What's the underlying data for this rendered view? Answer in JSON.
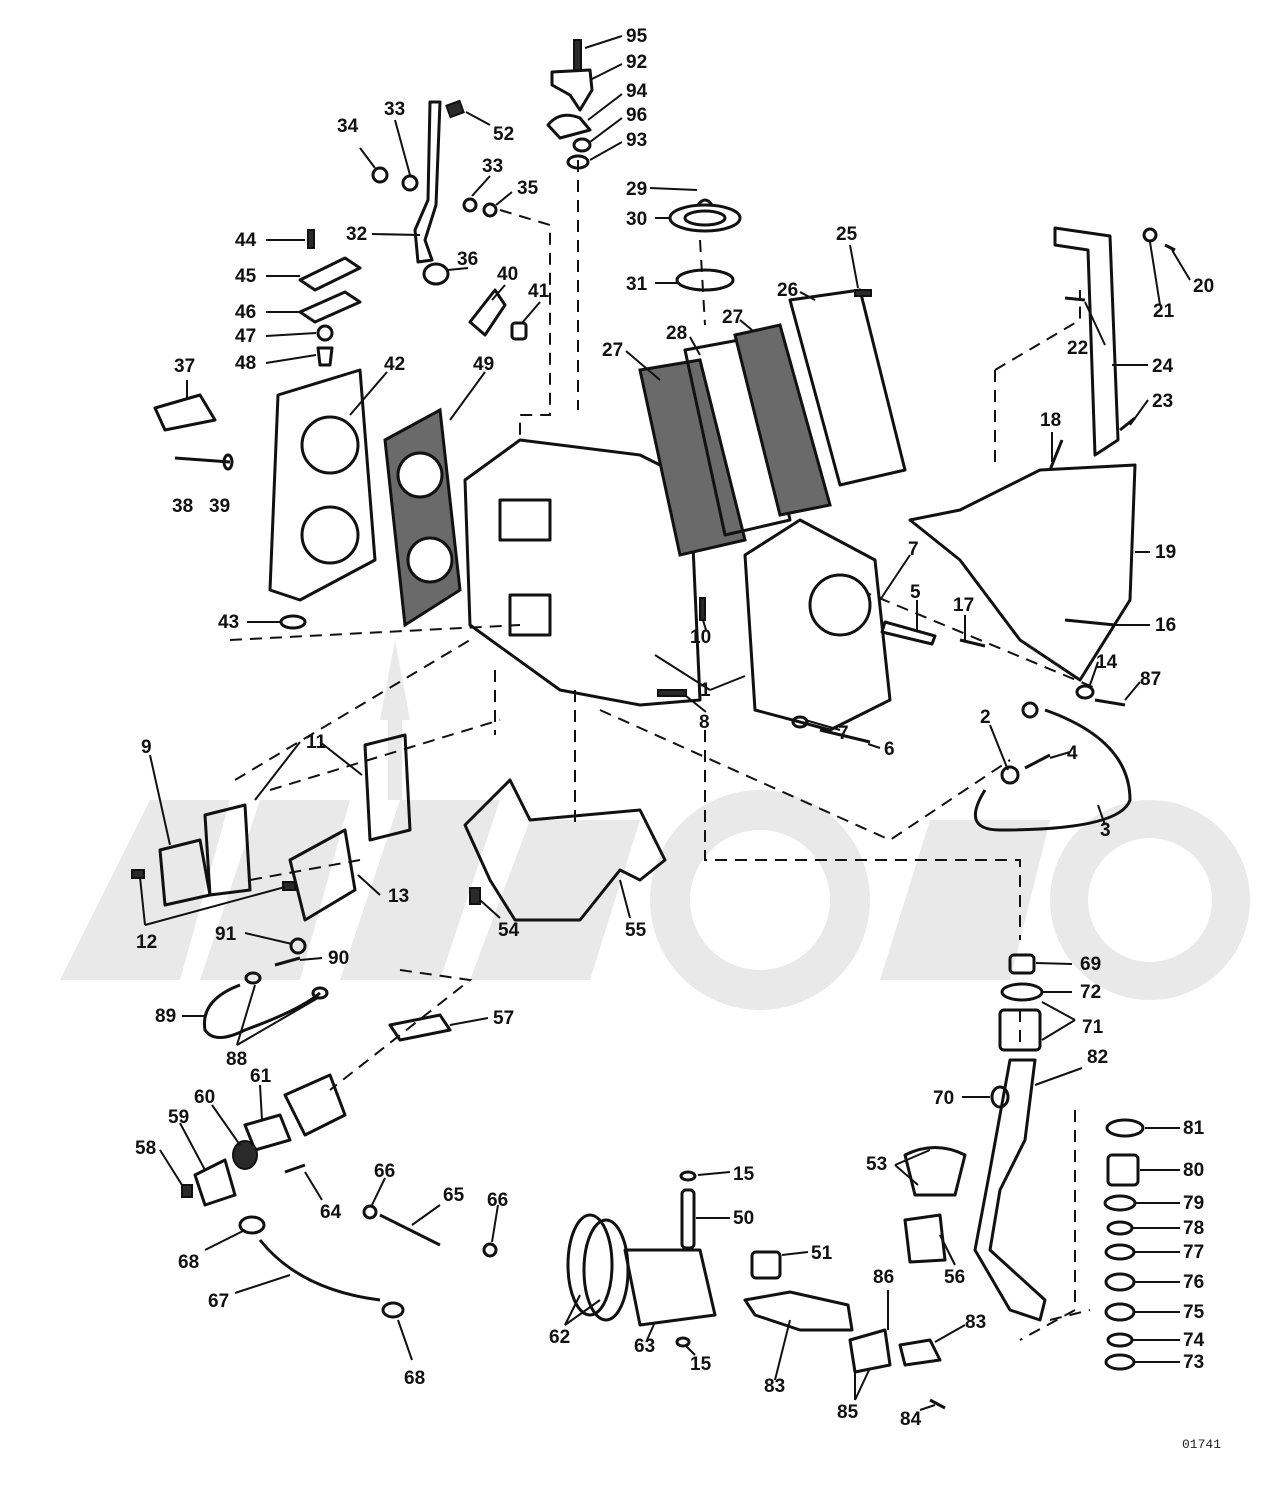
{
  "figure_id": "01741",
  "watermark_text": "",
  "colors": {
    "line": "#111111",
    "background": "#ffffff",
    "watermark": "#e9e9e9"
  },
  "callouts": [
    {
      "id": "c95",
      "label": "95"
    },
    {
      "id": "c92",
      "label": "92"
    },
    {
      "id": "c94",
      "label": "94"
    },
    {
      "id": "c96",
      "label": "96"
    },
    {
      "id": "c93",
      "label": "93"
    },
    {
      "id": "c29",
      "label": "29"
    },
    {
      "id": "c30",
      "label": "30"
    },
    {
      "id": "c31",
      "label": "31"
    },
    {
      "id": "c52",
      "label": "52"
    },
    {
      "id": "c33a",
      "label": "33"
    },
    {
      "id": "c34",
      "label": "34"
    },
    {
      "id": "c33b",
      "label": "33"
    },
    {
      "id": "c35",
      "label": "35"
    },
    {
      "id": "c32",
      "label": "32"
    },
    {
      "id": "c44",
      "label": "44"
    },
    {
      "id": "c45",
      "label": "45"
    },
    {
      "id": "c46",
      "label": "46"
    },
    {
      "id": "c47",
      "label": "47"
    },
    {
      "id": "c48",
      "label": "48"
    },
    {
      "id": "c36",
      "label": "36"
    },
    {
      "id": "c40",
      "label": "40"
    },
    {
      "id": "c41",
      "label": "41"
    },
    {
      "id": "c37",
      "label": "37"
    },
    {
      "id": "c42",
      "label": "42"
    },
    {
      "id": "c49",
      "label": "49"
    },
    {
      "id": "c38",
      "label": "38"
    },
    {
      "id": "c39",
      "label": "39"
    },
    {
      "id": "c43",
      "label": "43"
    },
    {
      "id": "c25",
      "label": "25"
    },
    {
      "id": "c26",
      "label": "26"
    },
    {
      "id": "c27a",
      "label": "27"
    },
    {
      "id": "c28",
      "label": "28"
    },
    {
      "id": "c27b",
      "label": "27"
    },
    {
      "id": "c20",
      "label": "20"
    },
    {
      "id": "c21",
      "label": "21"
    },
    {
      "id": "c22",
      "label": "22"
    },
    {
      "id": "c24",
      "label": "24"
    },
    {
      "id": "c23",
      "label": "23"
    },
    {
      "id": "c18",
      "label": "18"
    },
    {
      "id": "c19",
      "label": "19"
    },
    {
      "id": "c7a",
      "label": "7"
    },
    {
      "id": "c5",
      "label": "5"
    },
    {
      "id": "c17",
      "label": "17"
    },
    {
      "id": "c16",
      "label": "16"
    },
    {
      "id": "c14",
      "label": "14"
    },
    {
      "id": "c87",
      "label": "87"
    },
    {
      "id": "c10",
      "label": "10"
    },
    {
      "id": "c1",
      "label": "1"
    },
    {
      "id": "c8",
      "label": "8"
    },
    {
      "id": "c7b",
      "label": "7"
    },
    {
      "id": "c6",
      "label": "6"
    },
    {
      "id": "c2",
      "label": "2"
    },
    {
      "id": "c4",
      "label": "4"
    },
    {
      "id": "c3",
      "label": "3"
    },
    {
      "id": "c9",
      "label": "9"
    },
    {
      "id": "c11",
      "label": "11"
    },
    {
      "id": "c13",
      "label": "13"
    },
    {
      "id": "c12",
      "label": "12"
    },
    {
      "id": "c54",
      "label": "54"
    },
    {
      "id": "c55",
      "label": "55"
    },
    {
      "id": "c91",
      "label": "91"
    },
    {
      "id": "c90",
      "label": "90"
    },
    {
      "id": "c89",
      "label": "89"
    },
    {
      "id": "c88",
      "label": "88"
    },
    {
      "id": "c57",
      "label": "57"
    },
    {
      "id": "c69",
      "label": "69"
    },
    {
      "id": "c72",
      "label": "72"
    },
    {
      "id": "c71",
      "label": "71"
    },
    {
      "id": "c82",
      "label": "82"
    },
    {
      "id": "c70",
      "label": "70"
    },
    {
      "id": "c81",
      "label": "81"
    },
    {
      "id": "c80",
      "label": "80"
    },
    {
      "id": "c79",
      "label": "79"
    },
    {
      "id": "c78",
      "label": "78"
    },
    {
      "id": "c77",
      "label": "77"
    },
    {
      "id": "c76",
      "label": "76"
    },
    {
      "id": "c75",
      "label": "75"
    },
    {
      "id": "c74",
      "label": "74"
    },
    {
      "id": "c73",
      "label": "73"
    },
    {
      "id": "c61",
      "label": "61"
    },
    {
      "id": "c60",
      "label": "60"
    },
    {
      "id": "c59",
      "label": "59"
    },
    {
      "id": "c58",
      "label": "58"
    },
    {
      "id": "c66a",
      "label": "66"
    },
    {
      "id": "c65",
      "label": "65"
    },
    {
      "id": "c66b",
      "label": "66"
    },
    {
      "id": "c64",
      "label": "64"
    },
    {
      "id": "c68a",
      "label": "68"
    },
    {
      "id": "c67",
      "label": "67"
    },
    {
      "id": "c68b",
      "label": "68"
    },
    {
      "id": "c15a",
      "label": "15"
    },
    {
      "id": "c50",
      "label": "50"
    },
    {
      "id": "c51",
      "label": "51"
    },
    {
      "id": "c53",
      "label": "53"
    },
    {
      "id": "c56",
      "label": "56"
    },
    {
      "id": "c86",
      "label": "86"
    },
    {
      "id": "c83a",
      "label": "83"
    },
    {
      "id": "c62",
      "label": "62"
    },
    {
      "id": "c63",
      "label": "63"
    },
    {
      "id": "c15b",
      "label": "15"
    },
    {
      "id": "c83b",
      "label": "83"
    },
    {
      "id": "c85",
      "label": "85"
    },
    {
      "id": "c84",
      "label": "84"
    }
  ]
}
